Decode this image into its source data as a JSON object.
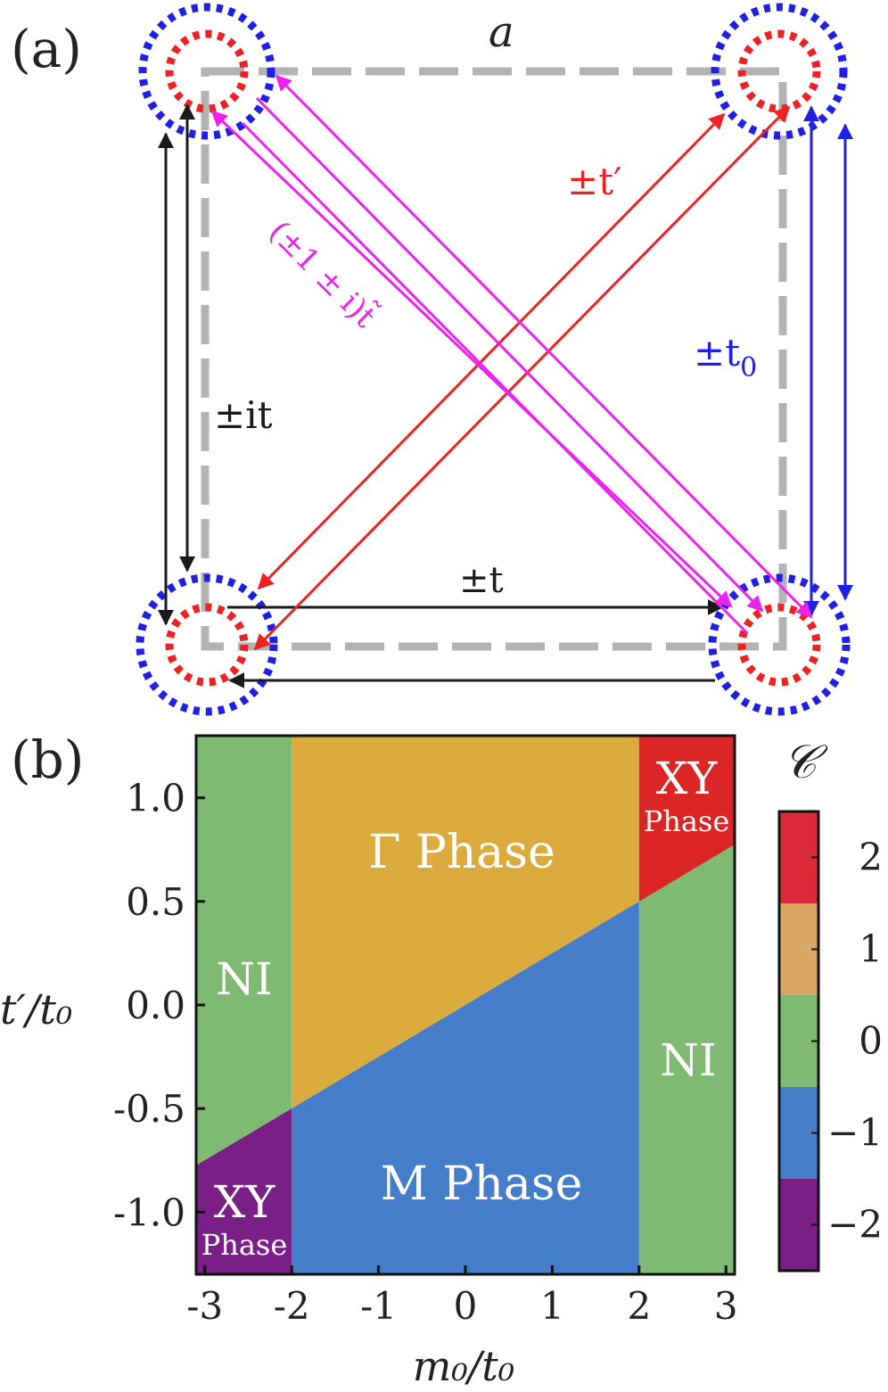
{
  "panel_a": {
    "label": "(a)",
    "lattice_label": "a",
    "labels": {
      "diag_red": "±t′",
      "diag_magenta": "(±1 ± i)t̃",
      "vertical_blue": "±t",
      "vertical_blue_sub": "0",
      "vertical_black": "±it",
      "horizontal_black": "±t"
    },
    "colors": {
      "outer_orbital": "#1f1fe6",
      "inner_orbital": "#ee2222",
      "cell": "#b3b3b3",
      "diag_red": "#ee2222",
      "diag_magenta": "#ee22ee",
      "blue": "#1f1fe6",
      "black": "#1a1a1a"
    }
  },
  "panel_b": {
    "label": "(b)",
    "colorbar_title": "𝒞",
    "region_labels": {
      "gamma": "Γ Phase",
      "m": "M Phase",
      "ni_left": "NI",
      "ni_right": "NI",
      "xy_top": "XY",
      "xy_top_sub": "Phase",
      "xy_bottom": "XY",
      "xy_bottom_sub": "Phase"
    }
  },
  "chart_data": {
    "type": "heatmap",
    "title": "",
    "xlabel": "m₀/t₀",
    "ylabel": "t′/t₀",
    "xlim": [
      -3.1,
      3.1
    ],
    "ylim": [
      -1.3,
      1.3
    ],
    "xticks": [
      "-3",
      "-2",
      "-1",
      "0",
      "1",
      "2",
      "3"
    ],
    "xtick_values": [
      -3,
      -2,
      -1,
      0,
      1,
      2,
      3
    ],
    "yticks": [
      "1.0",
      "0.5",
      "0.0",
      "-0.5",
      "-1.0"
    ],
    "ytick_values": [
      1.0,
      0.5,
      0.0,
      -0.5,
      -1.0
    ],
    "colorbar": {
      "label": "𝒞",
      "ticks": [
        "2",
        "1",
        "0",
        "−1",
        "−2"
      ],
      "values": [
        2,
        1,
        0,
        -1,
        -2
      ],
      "colors": [
        "#dc2a3a",
        "#d9a764",
        "#80b972",
        "#447ecb",
        "#7a1f86"
      ]
    },
    "phase_colors": {
      "gamma": "#dbab3e",
      "m": "#447ecb",
      "ni": "#80b972",
      "xy_top": "#dc2626",
      "xy_bottom": "#7a1f86"
    },
    "regions": [
      {
        "name": "NI",
        "chern": 0,
        "description_rule": "m0 < -2"
      },
      {
        "name": "Γ Phase",
        "chern": 1,
        "rule": "-2 < m0 < 2, t' > m0/4"
      },
      {
        "name": "M Phase",
        "chern": -1,
        "rule": "-2 < m0 < 2, t' < m0/4"
      },
      {
        "name": "NI",
        "chern": 0,
        "rule": "m0 > 2"
      },
      {
        "name": "XY Phase",
        "chern": 2,
        "rule": "m0 > 2, t' > m0/4"
      },
      {
        "name": "XY Phase",
        "chern": -2,
        "rule": "m0 < -2, t' < m0/4"
      }
    ]
  }
}
